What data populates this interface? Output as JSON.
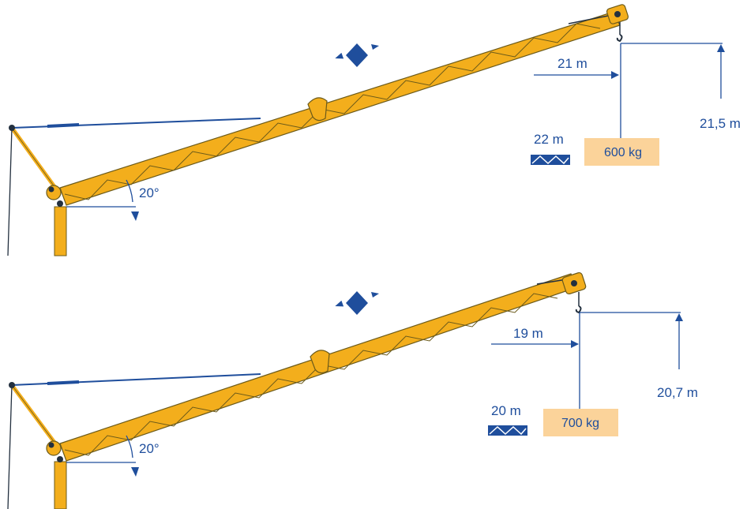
{
  "colors": {
    "boom": "#f3ae1c",
    "boom_outline": "#6b5a1a",
    "dimension": "#1f4e9c",
    "load_box": "#fbd39a",
    "dark": "#23303f"
  },
  "icons": {
    "jib_section": "truss-segment-icon",
    "telescoping": "telescopic-arrows-icon"
  },
  "configurations": [
    {
      "angle_label": "20°",
      "radius_label": "21 m",
      "height_label": "21,5 m",
      "jib_length_label": "22 m",
      "load_label": "600 kg"
    },
    {
      "angle_label": "20°",
      "radius_label": "19 m",
      "height_label": "20,7 m",
      "jib_length_label": "20 m",
      "load_label": "700 kg"
    }
  ]
}
